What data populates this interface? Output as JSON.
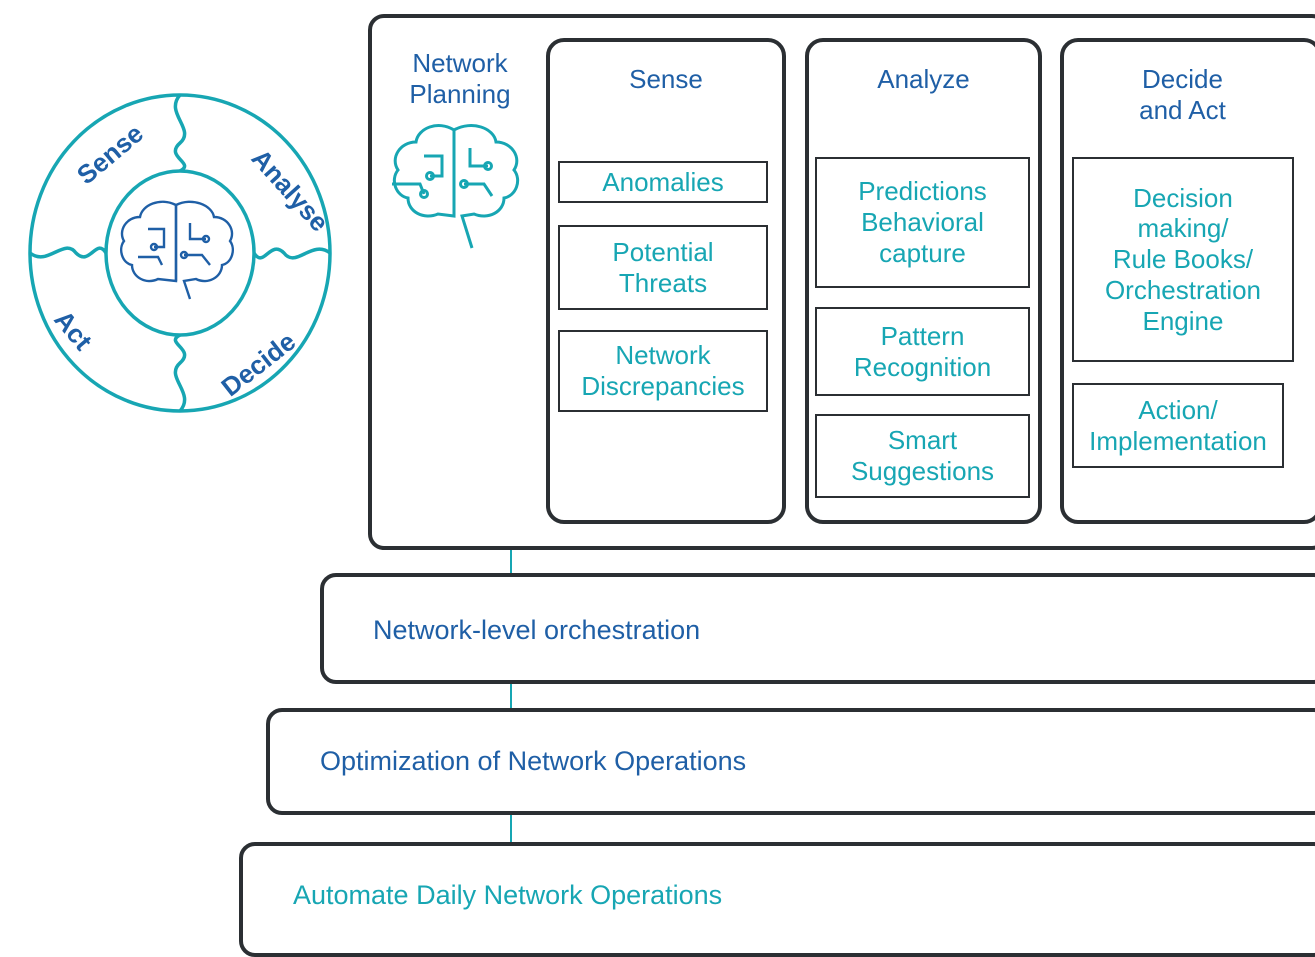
{
  "colors": {
    "teal": "#17a6b3",
    "blue": "#1f5fa6",
    "outline": "#2b2f33"
  },
  "cycle": {
    "icon": "brain-circuit-icon",
    "segments": {
      "sense": "Sense",
      "analyse": "Analyse",
      "decide": "Decide",
      "act": "Act"
    }
  },
  "planning": {
    "title": "Network\nPlanning",
    "icon": "brain-circuit-icon",
    "columns": {
      "sense": {
        "heading": "Sense",
        "items": [
          "Anomalies",
          "Potential\nThreats",
          "Network\nDiscrepancies"
        ]
      },
      "analyze": {
        "heading": "Analyze",
        "items": [
          "Predictions\nBehavioral\ncapture",
          "Pattern\nRecognition",
          "Smart\nSuggestions"
        ]
      },
      "decide": {
        "heading": "Decide\nand Act",
        "items": [
          "Decision\nmaking/\nRule Books/\nOrchestration\nEngine",
          "Action/\nImplementation"
        ]
      }
    }
  },
  "tiers": {
    "orchestration": "Network-level orchestration",
    "optimization": "Optimization of Network Operations",
    "automation": "Automate Daily Network Operations"
  }
}
